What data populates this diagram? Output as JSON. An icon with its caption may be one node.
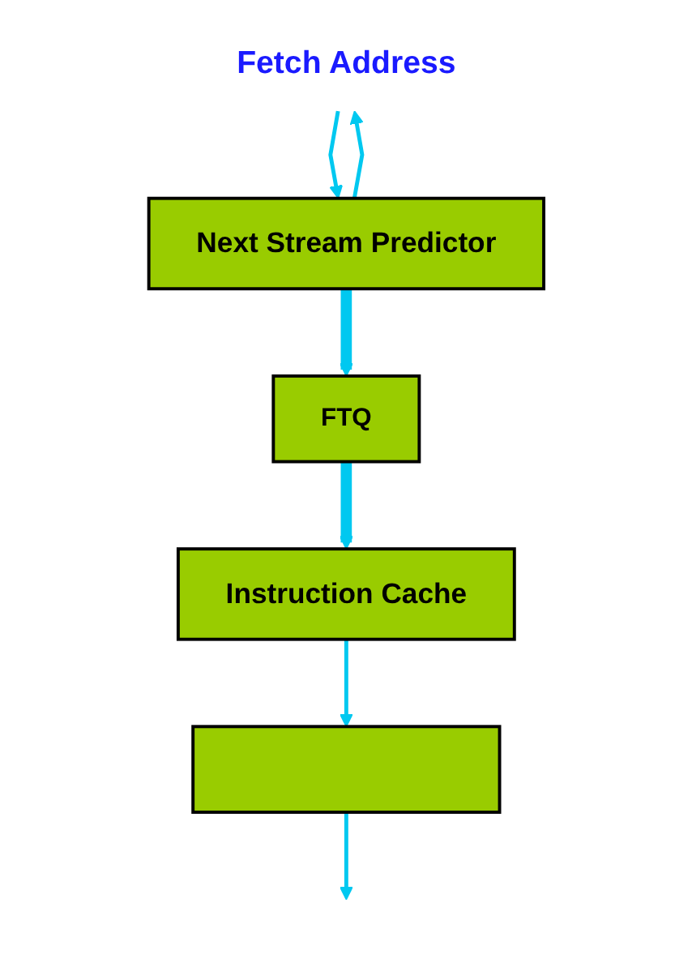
{
  "diagram": {
    "nodes": [
      {
        "text": [
          "Fetch Address"
        ]
      },
      {
        "text": [
          "Next Stream Predictor"
        ]
      },
      {
        "text": [
          "FTQ"
        ]
      },
      {
        "text": [
          "Instruction Cache"
        ]
      },
      {
        "text": [],
        "shape": "bar"
      }
    ],
    "edges": [
      {
        "from": 0,
        "to": 1,
        "arrow": "to"
      },
      {
        "from": 1,
        "to": 0,
        "arrow": "to"
      },
      {
        "from": 1,
        "to": 2,
        "arrow": "to",
        "style": "thick"
      },
      {
        "from": 2,
        "to": 3,
        "arrow": "to",
        "style": "thick"
      },
      {
        "from": 3,
        "to": 4,
        "arrow": "to"
      },
      {
        "from": 4,
        "to": null,
        "arrow": "to"
      }
    ]
  }
}
